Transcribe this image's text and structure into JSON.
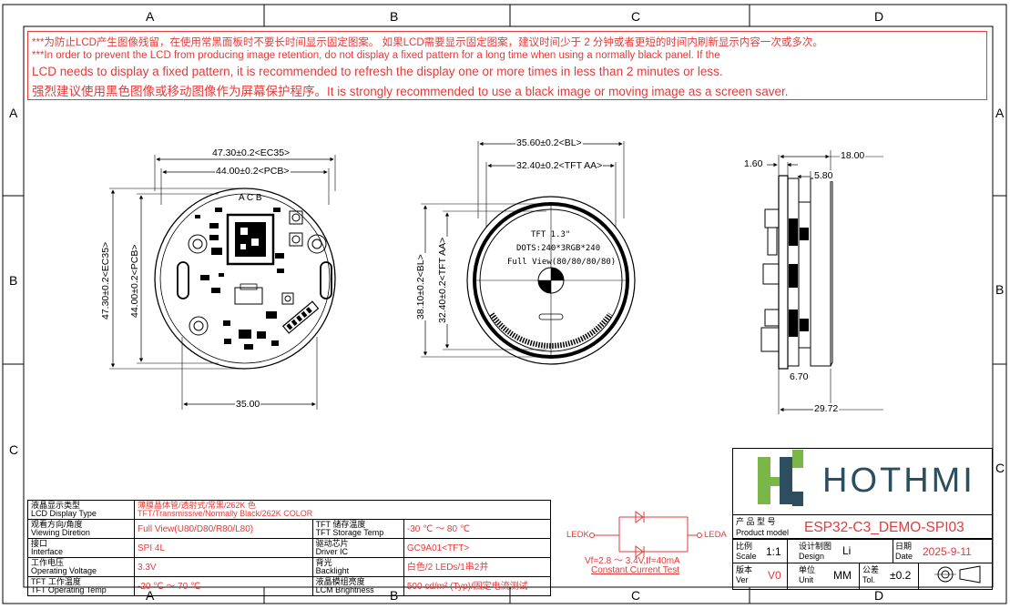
{
  "zones_top": [
    "A",
    "B",
    "C",
    "D"
  ],
  "zones_bottom": [
    "A",
    "B",
    "C",
    "D"
  ],
  "zones_left": [
    "A",
    "B",
    "C"
  ],
  "zones_right": [
    "A",
    "B",
    "C"
  ],
  "notice": {
    "line1": "***为防止LCD产生图像残留，在使用常黑面板时不要长时间显示固定图案。 如果LCD需要显示固定图案，建议时间少于 2 分钟或者更短的时间内刷新显示内容一次或多次。",
    "line2": "***In order to prevent the LCD from producing image retention, do not display a fixed pattern for a long time when using a normally black panel. If the",
    "line3": " LCD needs to display a fixed pattern, it is recommended to refresh the display one or more times in less than 2 minutes or less.",
    "line4": "强烈建议使用黑色图像或移动图像作为屏幕保护程序。It is strongly recommended to use a black image or moving image as a screen saver."
  },
  "pcb_view": {
    "dim_ec35": "47.30±0.2<EC35>",
    "dim_pcb": "44.00±0.2<PCB>",
    "dim_ec35_v": "47.30±0.2<EC35>",
    "dim_pcb_v": "44.00±0.2<PCB>",
    "dim_35": "35.00",
    "abc": "A  C  B"
  },
  "front_view": {
    "dim_bl": "35.60±0.2<BL>",
    "dim_tft_aa": "32.40±0.2<TFT AA>",
    "dim_bl_v": "38.10±0.2<BL>",
    "dim_tft_aa_v": "32.40±0.2<TFT AA>",
    "screen_line1": "TFT 1.3\"",
    "screen_line2": "DOTS:240*3RGB*240",
    "screen_line3": "Full View(80/80/80/80)"
  },
  "side_view": {
    "dim_18": "18.00",
    "dim_160": "1.60",
    "dim_580": "5.80",
    "dim_670": "6.70",
    "dim_2972": "29.72"
  },
  "spec_table": [
    {
      "label_cn": "液晶显示类型",
      "label_en": "LCD Display Type",
      "value": "薄膜晶体管/透射式/常黑/262K 色",
      "value2": "TFT/Transmissive/Normally Black/262K COLOR"
    },
    {
      "label_cn": "观看方向/角度",
      "label_en": "Viewing Diretion",
      "value": "Full View(U80/D80/R80/L80)",
      "label2_cn": "TFT 储存温度",
      "label2_en": "TFT Storage Temp",
      "value_b": "-30 ℃ ～ 80 ℃"
    },
    {
      "label_cn": "接口",
      "label_en": "Interface",
      "value": "SPI 4L",
      "label2_cn": "驱动芯片",
      "label2_en": "Driver IC",
      "value_b": "GC9A01<TFT>"
    },
    {
      "label_cn": "工作电压",
      "label_en": "Operating Voltage",
      "value": "3.3V",
      "label2_cn": "背光",
      "label2_en": "Backlight",
      "value_b": "白色/2 LEDs/1串2并"
    },
    {
      "label_cn": "TFT 工作温度",
      "label_en": "TFT Operating Temp",
      "value": "-20 ℃ ～ 70 ℃",
      "label2_cn": "液晶模组亮度",
      "label2_en": "LCM Brightness",
      "value_b": "500 cd/m² (Typ)/固定电流测试"
    }
  ],
  "backlight": {
    "ledk": "LEDK",
    "leda": "LEDA",
    "vf": "Vf=2.8 ～ 3.4V,If=40mA",
    "cc": "Constant Current Test"
  },
  "title_block": {
    "brand": "HOTHMI",
    "model_cn": "产 品 型 号",
    "model_en": "Product model",
    "model": "ESP32-C3_DEMO-SPI03",
    "scale_cn": "比例",
    "scale_en": "Scale",
    "scale": "1:1",
    "design_cn": "设计制图",
    "design_en": "Design",
    "designer": "Li",
    "date_cn": "日期",
    "date_en": "Date",
    "date": "2025-9-11",
    "ver_cn": "版本",
    "ver_en": "Ver",
    "ver": "V0",
    "unit_cn": "单位",
    "unit_en": "Unit",
    "unit": "MM",
    "tol_cn": "公差",
    "tol_en": "Tol.",
    "tol": "±0.2"
  },
  "colors": {
    "red": "#e23b3b",
    "line": "#000000",
    "logo_green": "#7ab648",
    "logo_dark": "#2d4e5e"
  }
}
